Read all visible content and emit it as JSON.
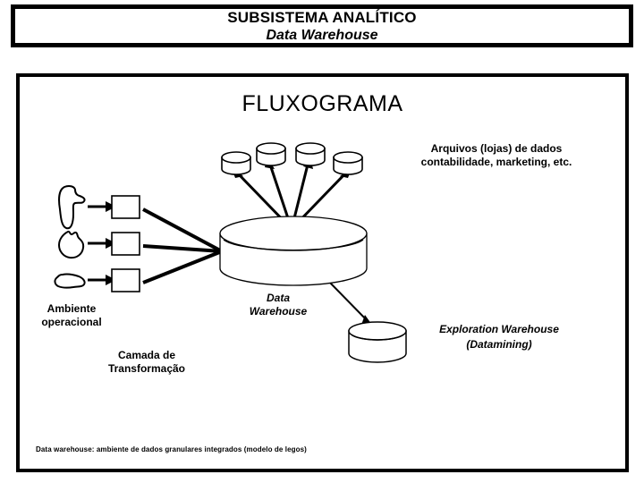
{
  "title": {
    "line1": "SUBSISTEMA ANALÍTICO",
    "line2": "Data Warehouse"
  },
  "content": {
    "heading": "FLUXOGRAMA",
    "labels": {
      "arquivos": "Arquivos (lojas)  de dados\ncontabilidade, marketing, etc.",
      "ambiente": "Ambiente\noperacional",
      "data_warehouse": "Data\nWarehouse",
      "camada": "Camada de\nTransformação",
      "exploration": "Exploration Warehouse\n(Datamining)",
      "footnote": "Data warehouse: ambiente de dados granulares integrados (modelo de legos)"
    },
    "icons": {
      "source_blob_1": "operational-blob-icon",
      "source_blob_2": "operational-blob-icon",
      "source_blob_3": "operational-blob-icon",
      "transform_box_1": "transformation-box-icon",
      "transform_box_2": "transformation-box-icon",
      "transform_box_3": "transformation-box-icon",
      "main_cylinder": "data-warehouse-cylinder-icon",
      "target_cylinder_1": "data-file-cylinder-icon",
      "target_cylinder_2": "data-file-cylinder-icon",
      "target_cylinder_3": "data-file-cylinder-icon",
      "target_cylinder_4": "data-file-cylinder-icon",
      "exploration_cylinder": "exploration-warehouse-cylinder-icon"
    }
  },
  "colors": {
    "stroke": "#000000",
    "fill": "#ffffff",
    "background": "#ffffff"
  }
}
